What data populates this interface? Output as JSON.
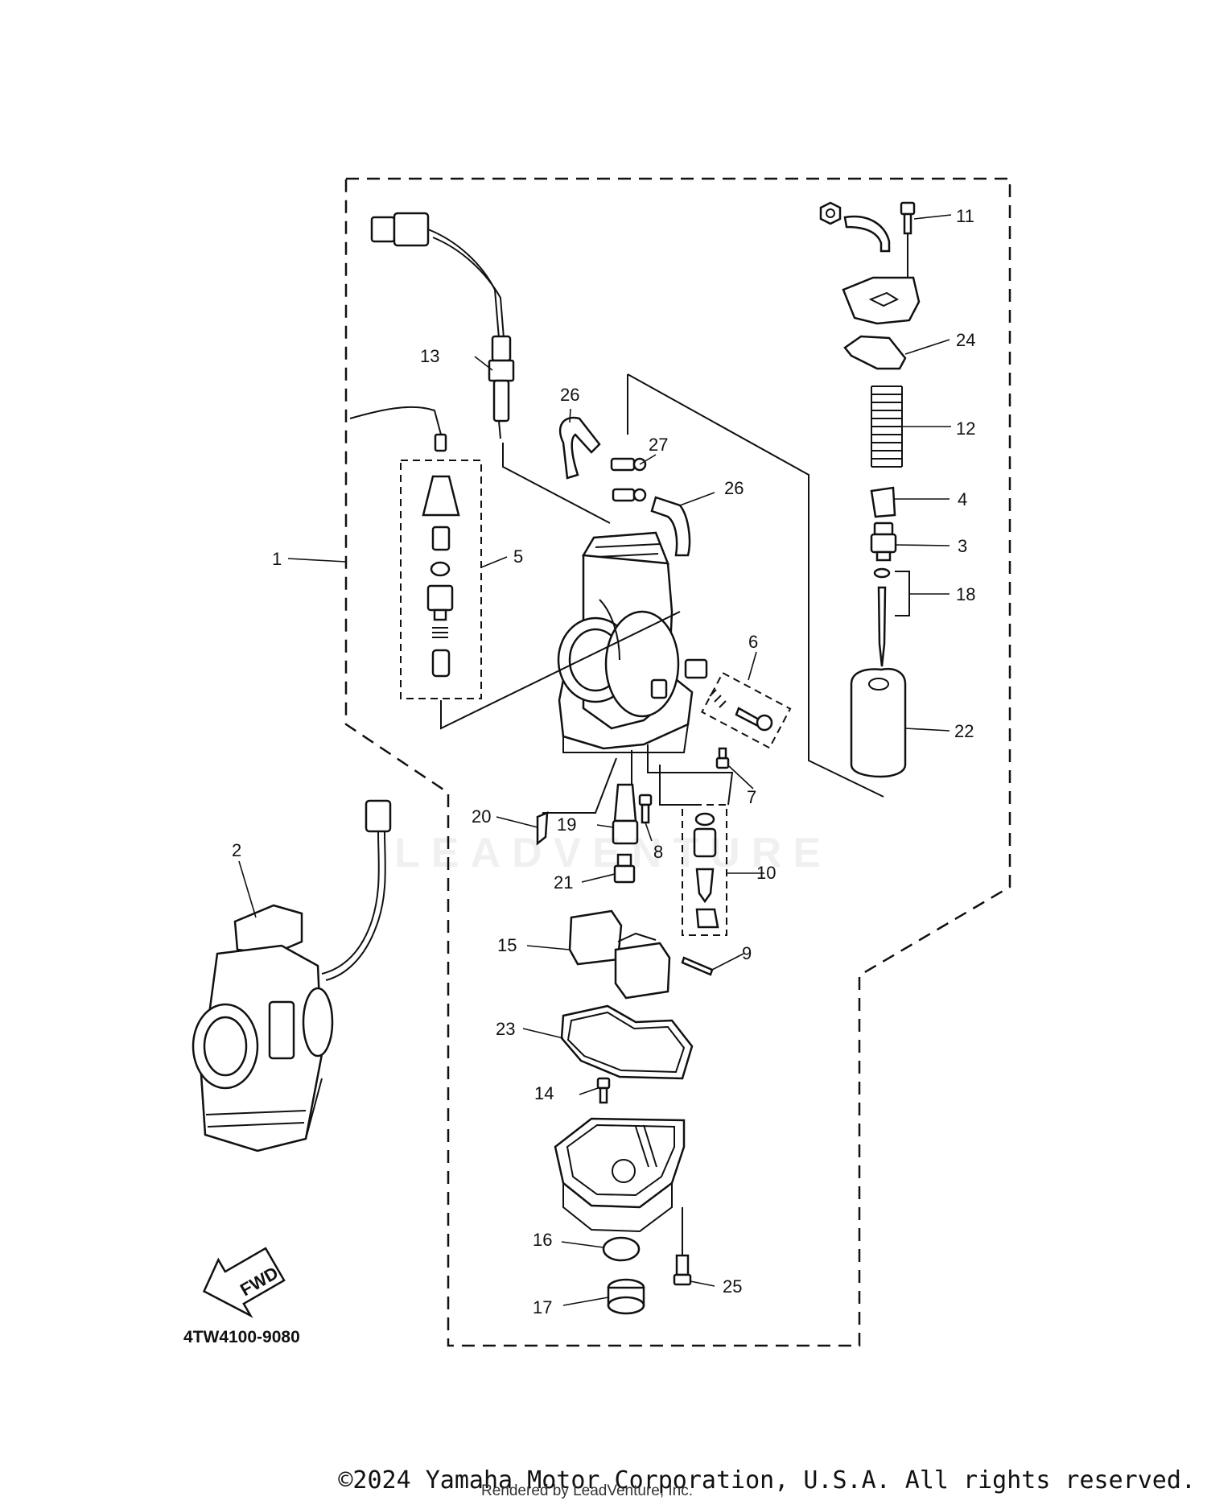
{
  "diagram": {
    "drawing_code": "4TW4100-9080",
    "fwd_label": "FWD",
    "watermark": "LEADVENTURE",
    "callouts": {
      "c1": "1",
      "c2": "2",
      "c3": "3",
      "c4": "4",
      "c5": "5",
      "c6": "6",
      "c7": "7",
      "c8": "8",
      "c9": "9",
      "c10": "10",
      "c11": "11",
      "c12": "12",
      "c13": "13",
      "c14": "14",
      "c15": "15",
      "c16": "16",
      "c17": "17",
      "c18": "18",
      "c19": "19",
      "c20": "20",
      "c21": "21",
      "c22": "22",
      "c23": "23",
      "c24": "24",
      "c25": "25",
      "c26a": "26",
      "c26b": "26",
      "c27": "27"
    }
  },
  "footer": {
    "copyright": "©2024 Yamaha Motor Corporation, U.S.A. All rights reserved.",
    "rendered_by": "Rendered by LeadVenture, Inc."
  }
}
